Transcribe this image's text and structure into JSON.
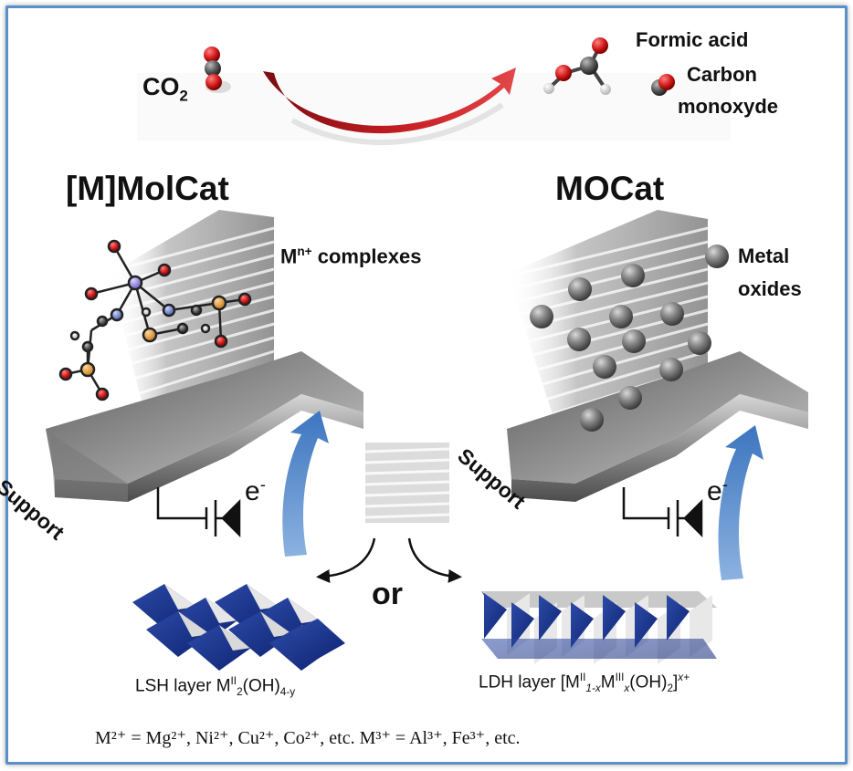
{
  "reaction": {
    "reactant": "CO",
    "reactant_sub": "2",
    "product1": "Formic acid",
    "product2_line1": "Carbon",
    "product2_line2": "monoxyde"
  },
  "left_panel": {
    "title": "[M]MolCat",
    "complex_label_main": "M",
    "complex_label_sup": "n+",
    "complex_label_rest": " complexes",
    "support": "Support",
    "electron": "e",
    "electron_sup": "-"
  },
  "right_panel": {
    "title": "MOCat",
    "legend_line1": "Metal",
    "legend_line2": "oxides",
    "support": "Support",
    "electron": "e",
    "electron_sup": "-"
  },
  "center": {
    "or_label": "or"
  },
  "lsh": {
    "prefix": "LSH layer M",
    "sup1": "II",
    "sub1": "2",
    "mid": "(OH)",
    "sub2": "4-y"
  },
  "ldh": {
    "prefix": "LDH layer [M",
    "sup1": "II",
    "sub1": "1-x",
    "m2": "M",
    "sup2": "III",
    "sub2": "x",
    "mid": "(OH)",
    "sub3": "2",
    "end": "]",
    "sup3": "x+"
  },
  "footer": {
    "text": "M²⁺ = Mg²⁺, Ni²⁺, Cu²⁺, Co²⁺, etc. M³⁺ = Al³⁺, Fe³⁺, etc."
  },
  "colors": {
    "frame": "#5b8fc7",
    "arrow_red": "#b3171c",
    "arrow_blue": "#5b8ec9",
    "octahedron_blue": "#1f3f93",
    "sphere_gray": "#6f6f6f"
  }
}
